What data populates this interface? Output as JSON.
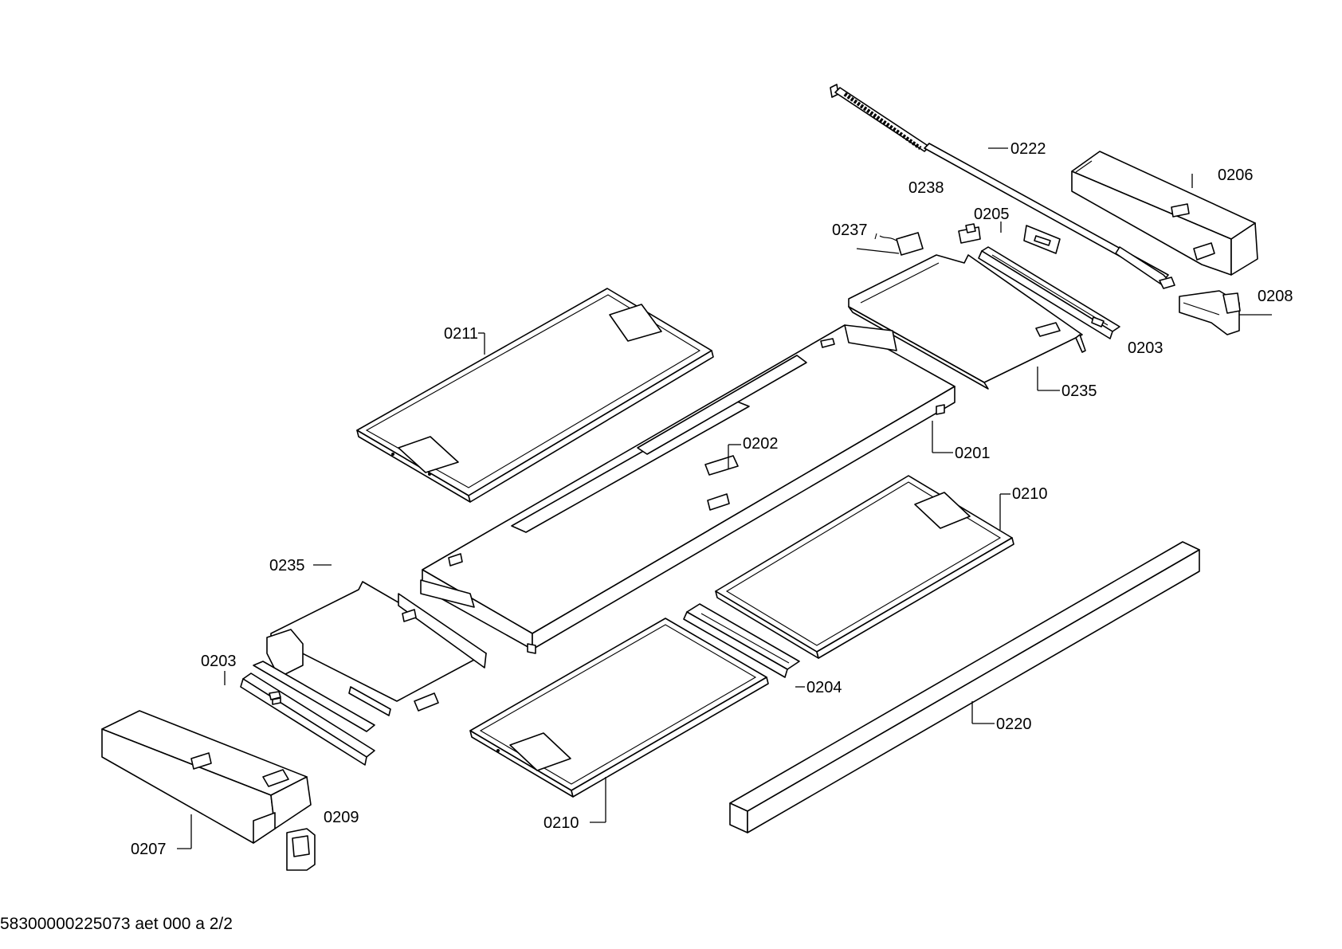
{
  "document_id": "58300000225073 aet 000 a 2/2",
  "callouts": {
    "c0222": "0222",
    "c0206": "0206",
    "c0238": "0238",
    "c0205": "0205",
    "c0237": "0237",
    "c0208": "0208",
    "c0203_top": "0203",
    "c0235_top": "0235",
    "c0211": "0211",
    "c0201": "0201",
    "c0202": "0202",
    "c0210_top": "0210",
    "c0235_left": "0235",
    "c0203_left": "0203",
    "c0204": "0204",
    "c0220": "0220",
    "c0209": "0209",
    "c0210_bottom": "0210",
    "c0207": "0207"
  }
}
